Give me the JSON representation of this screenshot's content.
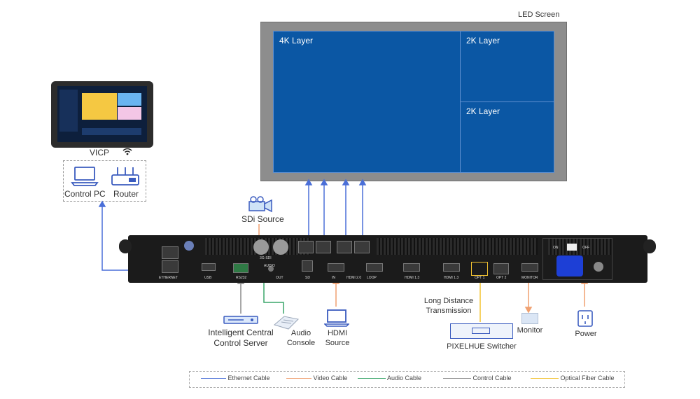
{
  "led_screen": {
    "title": "LED Screen",
    "layers": [
      "4K Layer",
      "2K Layer",
      "2K Layer"
    ]
  },
  "control": {
    "tablet_label": "VICP",
    "pc_label": "Control PC",
    "router_label": "Router"
  },
  "sources": {
    "sdi": "SDi Source",
    "hdmi_line1": "HDMI",
    "hdmi_line2": "Source",
    "audio_line1": "Audio",
    "audio_line2": "Console",
    "server_line1": "Intelligent Central",
    "server_line2": "Control Server",
    "long_dist_line1": "Long Distance",
    "long_dist_line2": "Transmission",
    "switcher": "PIXELHUE Switcher",
    "monitor": "Monitor",
    "power": "Power"
  },
  "device_ports": {
    "ethernet": "ETHERNET",
    "usb": "USB",
    "rs232": "RS232",
    "audio": "AUDIO",
    "out": "OUT",
    "sd": "SD",
    "in": "IN",
    "hdmi20": "HDMI 2.0",
    "loop": "LOOP",
    "hdmi13a": "HDMI 1.3",
    "hdmi13b": "HDMI 1.3",
    "opt1": "OPT 1",
    "opt2": "OPT 2",
    "monitor": "MONITOR",
    "sdi": "3G-SDI",
    "on": "ON",
    "off": "OFF"
  },
  "legend": [
    {
      "label": "Ethernet Cable",
      "color": "#4a6fd8"
    },
    {
      "label": "Video Cable",
      "color": "#f0a070"
    },
    {
      "label": "Audio Cable",
      "color": "#3aa66a"
    },
    {
      "label": "Control Cable",
      "color": "#8a8a8a"
    },
    {
      "label": "Optical Fiber Cable",
      "color": "#f2c230"
    }
  ],
  "colors": {
    "ethernet": "#4a6fd8",
    "video": "#f0a070",
    "audio": "#3aa66a",
    "control": "#8a8a8a",
    "fiber": "#f2c230"
  }
}
